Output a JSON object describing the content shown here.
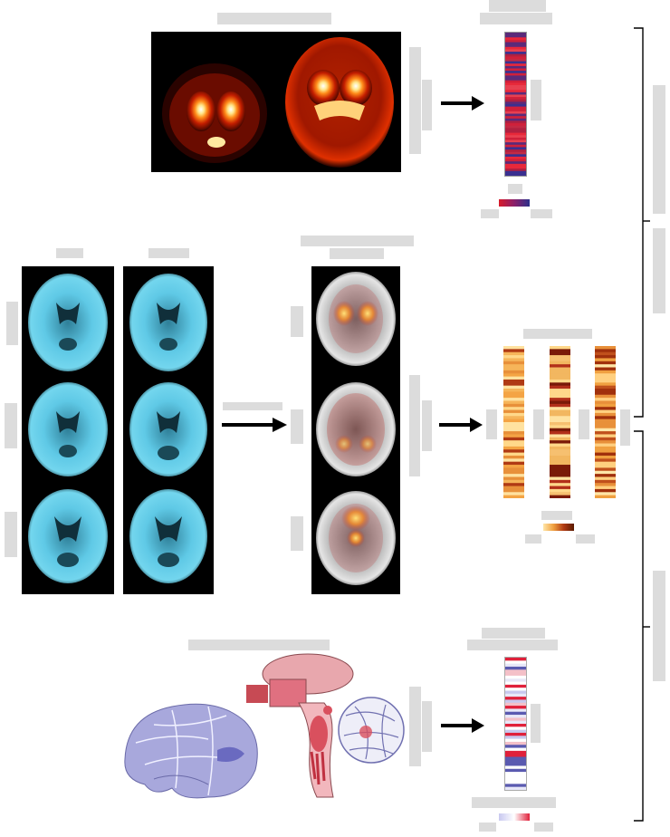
{
  "figure": {
    "sections": [
      {
        "id": "pet_tracer"
      },
      {
        "id": "spect_clusters"
      },
      {
        "id": "anatomy_atlas"
      }
    ],
    "colors": {
      "pet": "#ff6a00",
      "spect": "#5fc9e6",
      "red": "#d6283a",
      "blue": "#4a4aa8",
      "brain_blue": "#9a9ad6",
      "pink": "#e8a7ad"
    },
    "icons": [
      "arrow-right-icon",
      "bracket-icon"
    ]
  }
}
